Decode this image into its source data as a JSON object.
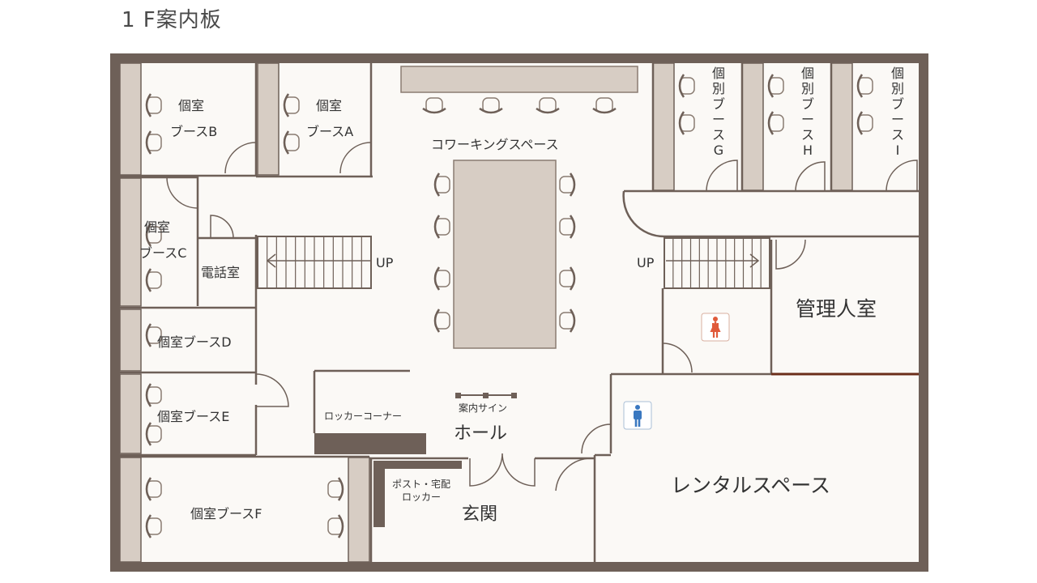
{
  "page": {
    "title": "1 F案内板"
  },
  "rooms": {
    "booth_b_line1": "個室",
    "booth_b_line2": "ブースB",
    "booth_a_line1": "個室",
    "booth_a_line2": "ブースA",
    "booth_c_line1": "個室",
    "booth_c_line2": "ブースC",
    "phone_room": "電話室",
    "booth_d": "個室ブースD",
    "booth_e": "個室ブースE",
    "booth_f": "個室ブースF",
    "booth_g": "個別ブースG",
    "booth_h": "個別ブースH",
    "booth_i": "個別ブースI",
    "coworking": "コワーキングスペース",
    "manager_room": "管理人室",
    "rental_space": "レンタルスペース",
    "locker_corner": "ロッカーコーナー",
    "info_sign": "案内サイン",
    "hall": "ホール",
    "post_locker_line1": "ポスト・宅配",
    "post_locker_line2": "ロッカー",
    "entrance": "玄関"
  },
  "stairs": {
    "left_label": "UP",
    "right_label": "UP"
  },
  "colors": {
    "wall": "#6e6058",
    "floor": "#fbf9f6",
    "panel": "#d7cdc4",
    "womens_restroom": "#e05a3a",
    "mens_restroom": "#3a78c0",
    "accent_line": "#6b2e1a"
  },
  "icons": {
    "womens_restroom": "woman-restroom-icon",
    "mens_restroom": "man-restroom-icon"
  }
}
